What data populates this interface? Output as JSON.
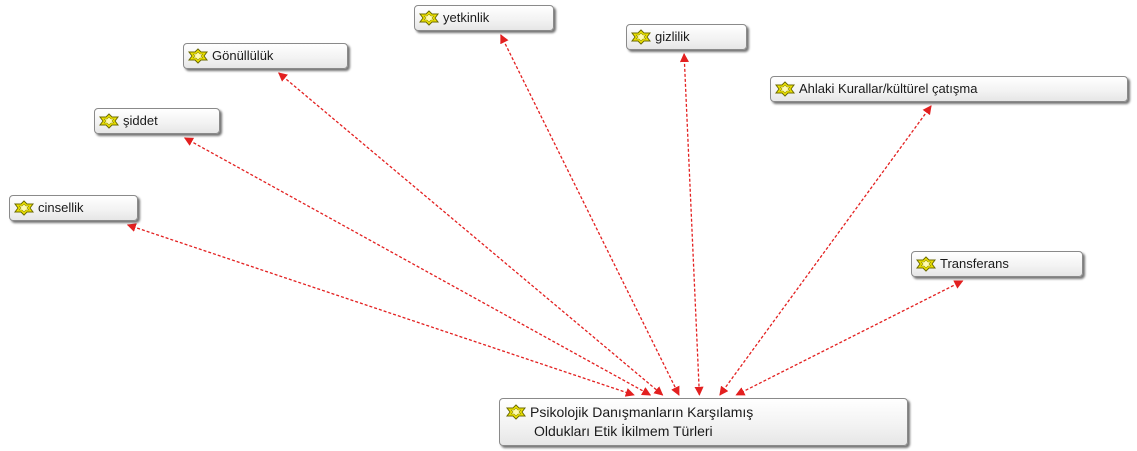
{
  "diagram": {
    "central": {
      "lines": [
        "Psikolojik Danışmanların Karşılamış",
        "Oldukları Etik İkilmem Türleri"
      ],
      "icon": "code-icon"
    },
    "codes": [
      {
        "id": "cinsellik",
        "label": "cinsellik",
        "icon": "code-icon"
      },
      {
        "id": "siddet",
        "label": "şiddet",
        "icon": "code-icon"
      },
      {
        "id": "gonulluluk",
        "label": "Gönüllülük",
        "icon": "code-icon"
      },
      {
        "id": "yetkinlik",
        "label": "yetkinlik",
        "icon": "code-icon"
      },
      {
        "id": "gizlilik",
        "label": "gizlilik",
        "icon": "code-icon"
      },
      {
        "id": "ahlaki",
        "label": "Ahlaki Kurallar/kültürel çatışma",
        "icon": "code-icon"
      },
      {
        "id": "transferans",
        "label": "Transferans",
        "icon": "code-icon"
      }
    ],
    "colors": {
      "link": "#e32020",
      "icon_fill": "#f2e600",
      "icon_stroke": "#6b6a00"
    }
  }
}
